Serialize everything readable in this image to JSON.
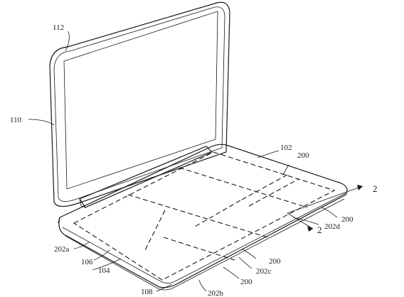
{
  "labels": {
    "lid": "112",
    "display": "110",
    "base": "102",
    "zone_top_right": "200",
    "section_arrow_top": "2",
    "section_arrow_bottom": "2",
    "zone_mid_right": "200",
    "zone_202d": "202d",
    "zone_202a": "202a",
    "zone_front_mid": "200",
    "zone_202c": "202c",
    "zone_bottom": "200",
    "housing_106": "106",
    "housing_104": "104",
    "foot_108": "108",
    "zone_202b": "202b"
  }
}
